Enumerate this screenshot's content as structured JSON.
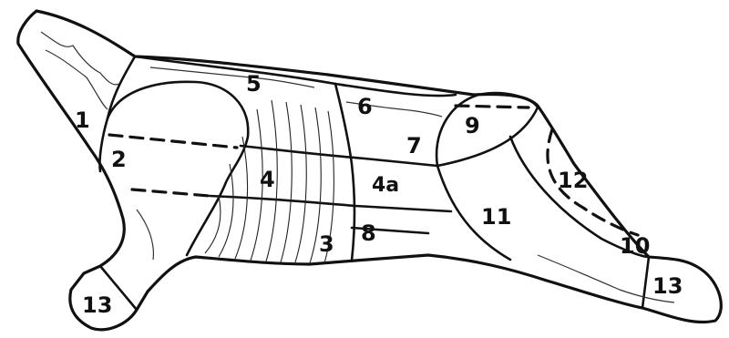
{
  "cuts": [
    {
      "id": "cut-1",
      "label": "1"
    },
    {
      "id": "cut-2",
      "label": "2"
    },
    {
      "id": "cut-3",
      "label": "3"
    },
    {
      "id": "cut-4",
      "label": "4"
    },
    {
      "id": "cut-4a",
      "label": "4a"
    },
    {
      "id": "cut-5",
      "label": "5"
    },
    {
      "id": "cut-6",
      "label": "6"
    },
    {
      "id": "cut-7",
      "label": "7"
    },
    {
      "id": "cut-8",
      "label": "8"
    },
    {
      "id": "cut-9",
      "label": "9"
    },
    {
      "id": "cut-10",
      "label": "10"
    },
    {
      "id": "cut-11",
      "label": "11"
    },
    {
      "id": "cut-12",
      "label": "12"
    },
    {
      "id": "cut-13-hind",
      "label": "13"
    },
    {
      "id": "cut-13-fore",
      "label": "13"
    }
  ]
}
